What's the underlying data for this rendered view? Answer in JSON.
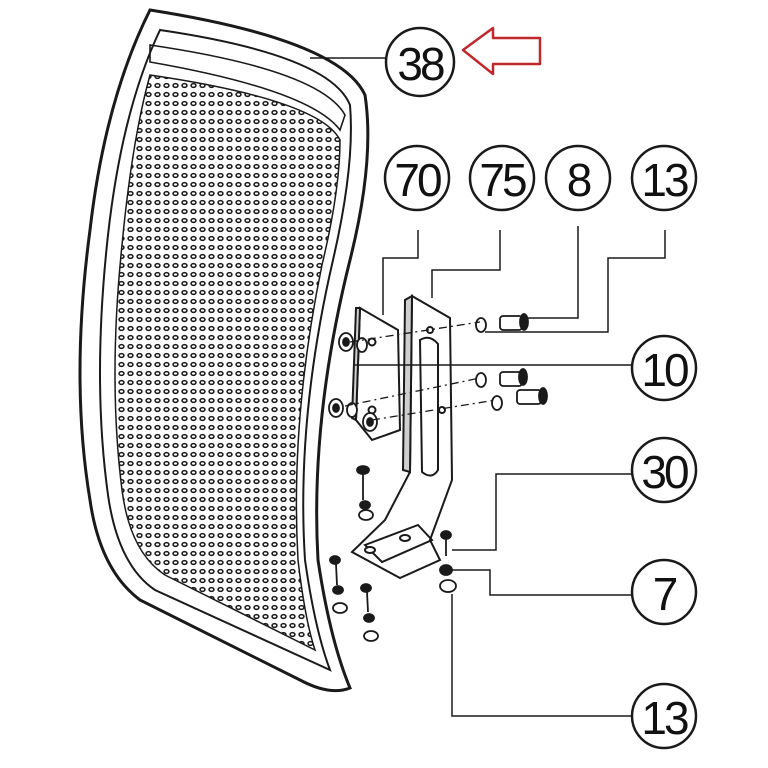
{
  "callouts": [
    {
      "id": "c38",
      "label": "38"
    },
    {
      "id": "c70",
      "label": "70"
    },
    {
      "id": "c75",
      "label": "75"
    },
    {
      "id": "c8",
      "label": "8"
    },
    {
      "id": "c13a",
      "label": "13"
    },
    {
      "id": "c10",
      "label": "10"
    },
    {
      "id": "c30",
      "label": "30"
    },
    {
      "id": "c7",
      "label": "7"
    },
    {
      "id": "c13b",
      "label": "13"
    }
  ],
  "colors": {
    "line": "#1a1a1a",
    "highlight_arrow": "#c0282d",
    "background": "#ffffff"
  }
}
